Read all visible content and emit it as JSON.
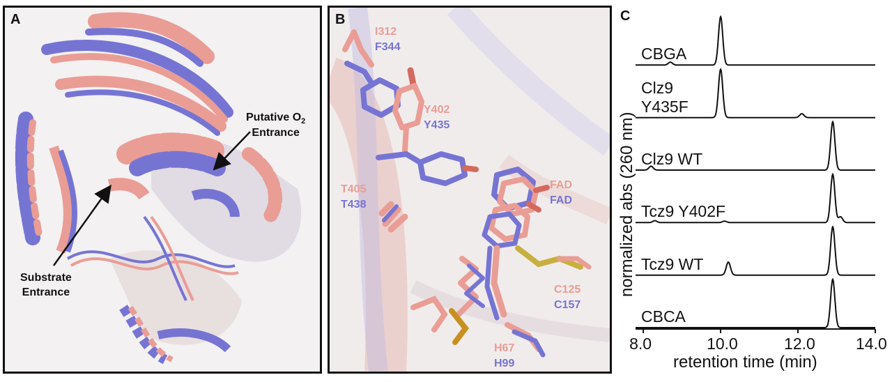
{
  "panel_a": {
    "letter": "A",
    "putative_line1": "Putative O",
    "putative_sub": "2",
    "putative_line2": "Entrance",
    "substrate_line1": "Substrate",
    "substrate_line2": "Entrance"
  },
  "panel_b": {
    "letter": "B",
    "residues": [
      {
        "salmon": "I312",
        "blue": "F344"
      },
      {
        "salmon": "Y402",
        "blue": "Y435"
      },
      {
        "salmon": "T405",
        "blue": "T438"
      },
      {
        "salmon": "FAD",
        "blue": "FAD"
      },
      {
        "salmon": "C125",
        "blue": "C157"
      },
      {
        "salmon": "H67",
        "blue": "H99"
      }
    ]
  },
  "colors": {
    "salmon": "#e99d95",
    "blue": "#7674d3",
    "yellow": "#c8b040"
  },
  "chart_data": {
    "type": "line",
    "letter": "C",
    "xlabel": "retention time (min)",
    "ylabel": "normalized abs (260 nm)",
    "x_ticks": [
      "8.0",
      "10.0",
      "12.0",
      "14.0"
    ],
    "xlim": [
      7.8,
      14.0
    ],
    "series": [
      {
        "name_lines": [
          "CBGA"
        ],
        "peaks": [
          [
            8.7,
            0.06
          ],
          [
            10.0,
            1.0
          ]
        ]
      },
      {
        "name_lines": [
          "Clz9",
          "Y435F"
        ],
        "peaks": [
          [
            10.0,
            1.0
          ],
          [
            12.1,
            0.08
          ]
        ]
      },
      {
        "name_lines": [
          "Clz9 WT"
        ],
        "peaks": [
          [
            8.2,
            0.08
          ],
          [
            12.9,
            1.0
          ]
        ]
      },
      {
        "name_lines": [
          "Tcz9 Y402F"
        ],
        "peaks": [
          [
            8.3,
            0.04
          ],
          [
            10.1,
            0.03
          ],
          [
            12.9,
            1.0
          ],
          [
            13.1,
            0.12
          ]
        ]
      },
      {
        "name_lines": [
          "Tcz9 WT"
        ],
        "peaks": [
          [
            10.2,
            0.27
          ],
          [
            12.9,
            1.0
          ]
        ]
      },
      {
        "name_lines": [
          "CBCA"
        ],
        "peaks": [
          [
            12.9,
            1.0
          ]
        ]
      }
    ]
  }
}
